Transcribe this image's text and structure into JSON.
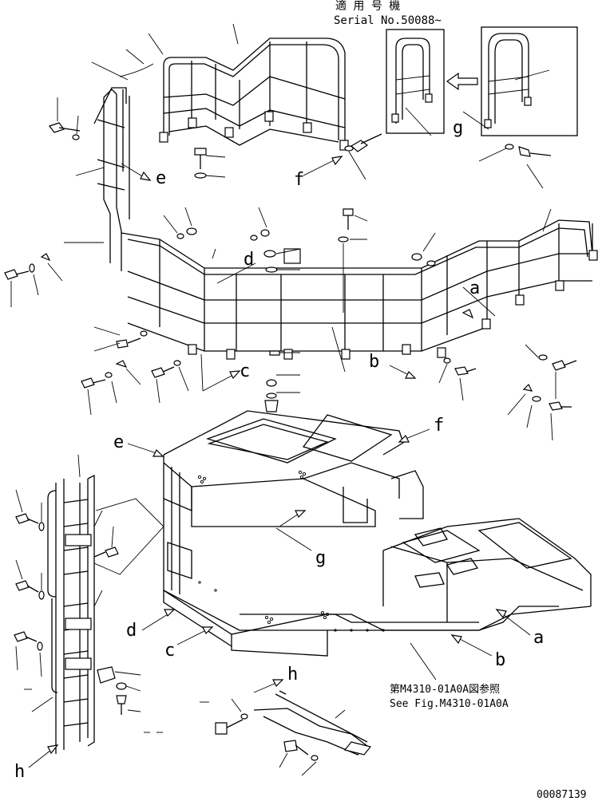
{
  "header_note": {
    "applicable_models_jp": "適 用 号 機",
    "serial": "Serial No.50088~"
  },
  "reference_note": {
    "jp": "第M4310-01A0A図参照",
    "en": "See Fig.M4310-01A0A"
  },
  "callout_letters": {
    "a": "a",
    "b": "b",
    "c": "c",
    "d": "d",
    "e": "e",
    "f": "f",
    "g": "g",
    "h": "h"
  },
  "drawing_number": "00087139",
  "colors": {
    "line": "#000000",
    "background": "#ffffff"
  }
}
